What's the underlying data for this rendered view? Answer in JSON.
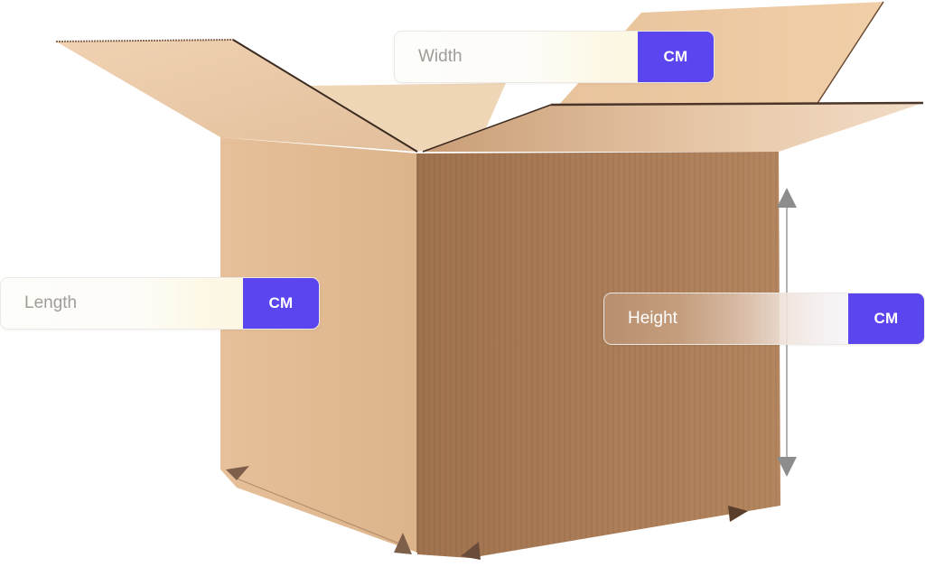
{
  "dimensions": {
    "width": {
      "placeholder": "Width",
      "unit": "CM"
    },
    "length": {
      "placeholder": "Length",
      "unit": "CM"
    },
    "height": {
      "placeholder": "Height",
      "unit": "CM"
    }
  },
  "colors": {
    "accent": "#5b45ee",
    "box_light": "#e2b98f",
    "box_dark": "#a97a55",
    "arrow": "#8d8d8d"
  },
  "illustration": {
    "subject": "open-cardboard-box"
  }
}
